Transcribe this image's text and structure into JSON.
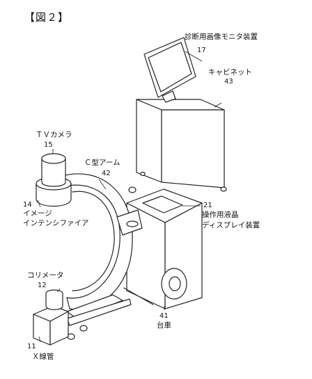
{
  "figure_title": "【図２】",
  "labels": {
    "monitor": "診断用画像モニタ装置",
    "monitor_num": "17",
    "cabinet": "キャビネット",
    "cabinet_num": "43",
    "tv_camera": "ＴＶカメラ",
    "tv_camera_num": "15",
    "c_arm": "Ｃ型アーム",
    "c_arm_num": "42",
    "intensifier_num": "14",
    "intensifier_line1": "イメージ",
    "intensifier_line2": "インテンシファイア",
    "lcd_num": "21",
    "lcd_line1": "操作用液晶",
    "lcd_line2": "ディスプレイ装置",
    "collimator": "コリメータ",
    "collimator_num": "12",
    "xray_num": "11",
    "xray": "Ｘ線管",
    "cart_num": "41",
    "cart": "台車"
  }
}
